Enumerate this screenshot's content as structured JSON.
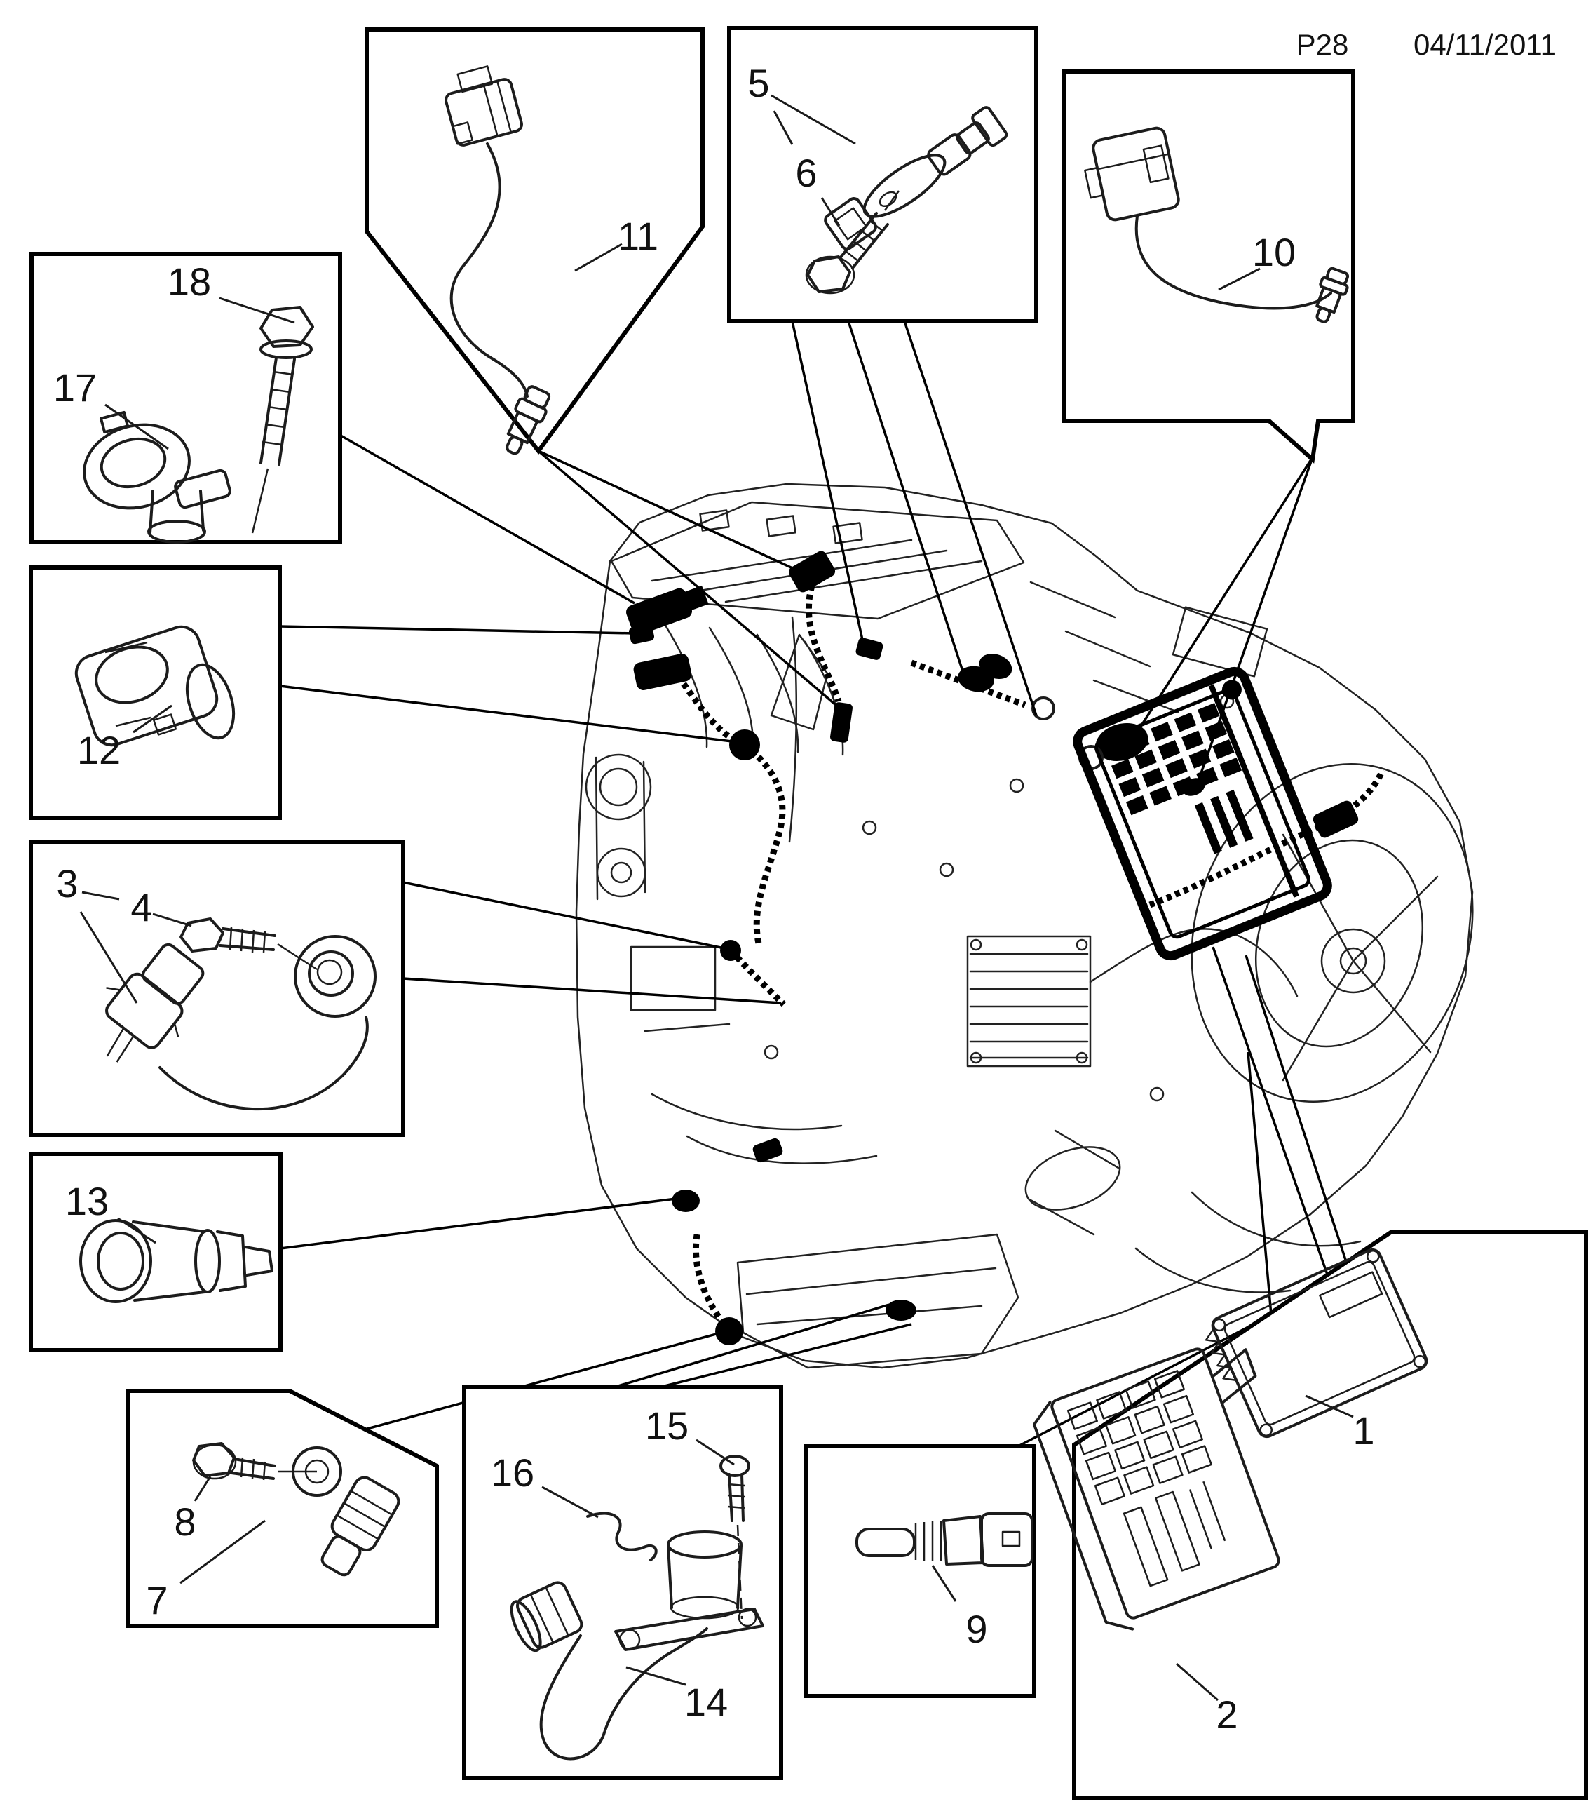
{
  "header": {
    "page_code": "P28",
    "date": "04/11/2011"
  },
  "parts": {
    "p1": "1",
    "p2": "2",
    "p3": "3",
    "p4": "4",
    "p5": "5",
    "p6": "6",
    "p7": "7",
    "p8": "8",
    "p9": "9",
    "p10": "10",
    "p11": "11",
    "p12": "12",
    "p13": "13",
    "p14": "14",
    "p15": "15",
    "p16": "16",
    "p17": "17",
    "p18": "18"
  }
}
